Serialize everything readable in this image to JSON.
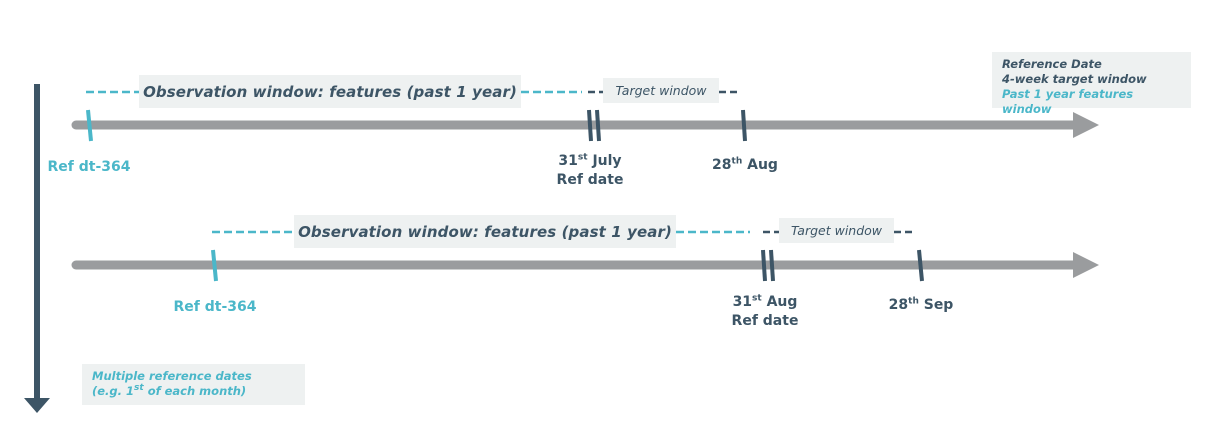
{
  "legend": {
    "reference_date": "Reference Date",
    "target_window": "4-week target window",
    "features_window": "Past 1 year features window"
  },
  "note": {
    "line1": "Multiple reference dates",
    "line2_prefix": "(e.g. 1",
    "line2_sup": "st",
    "line2_suffix": " of each month)"
  },
  "timeline1": {
    "observation_label": "Observation window: features (past 1 year)",
    "target_label": "Target window",
    "start_label": "Ref dt-364",
    "ref_day": "31",
    "ref_sup": "st",
    "ref_month": " July",
    "ref_caption": "Ref date",
    "end_day": "28",
    "end_sup": "th",
    "end_month": " Aug"
  },
  "timeline2": {
    "observation_label": "Observation window: features (past 1 year)",
    "target_label": "Target window",
    "start_label": "Ref dt-364",
    "ref_day": "31",
    "ref_sup": "st",
    "ref_month": " Aug",
    "ref_caption": "Ref date",
    "end_day": "28",
    "end_sup": "th",
    "end_month": " Sep"
  },
  "colors": {
    "teal": "#4bb7c9",
    "dark": "#3d5566",
    "axis": "#9a9c9e",
    "box": "#eef1f1"
  }
}
